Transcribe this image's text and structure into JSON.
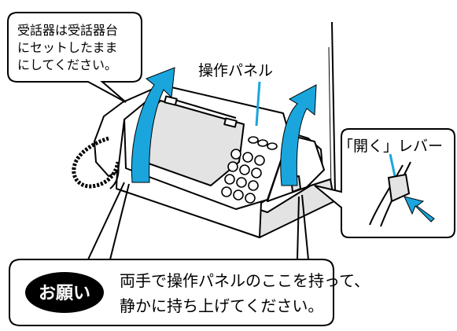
{
  "callouts": {
    "handset_note": [
      "受話器は受話器台",
      "にセットしたまま",
      "にしてください。"
    ],
    "panel_label": "操作パネル",
    "lever_label": "「開く」レバー"
  },
  "request": {
    "badge": "お願い",
    "lines": [
      "両手で操作パネルのここを持って、",
      "静かに持ち上げてください。"
    ]
  },
  "colors": {
    "arrow": "#1aa6dd",
    "ink": "#000000",
    "paper": "#ffffff",
    "shade": "#e3e3e3"
  }
}
